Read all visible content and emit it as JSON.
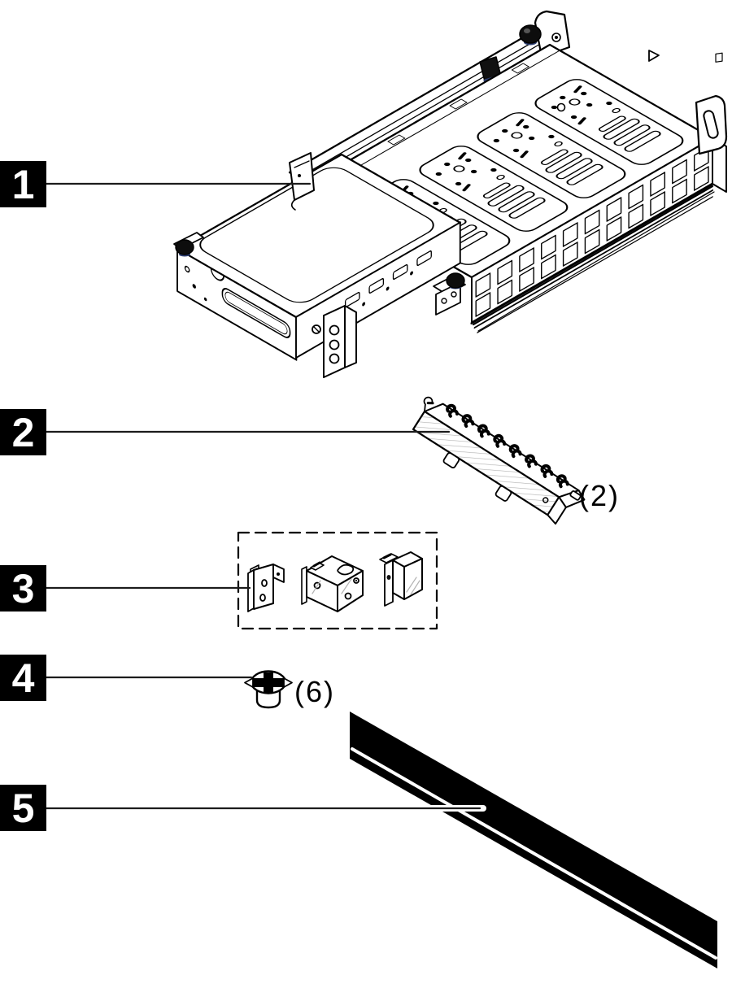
{
  "figure": {
    "type": "parts-identification-diagram",
    "callouts": [
      {
        "number": "1",
        "part": "riser-and-drive-cage-assembly",
        "quantity": ""
      },
      {
        "number": "2",
        "part": "emi-filler-bracket",
        "quantity": "(2)"
      },
      {
        "number": "3",
        "part": "bracket-kit",
        "quantity": ""
      },
      {
        "number": "4",
        "part": "screw",
        "quantity": "(6)"
      },
      {
        "number": "5",
        "part": "gap-filler-strip",
        "quantity": ""
      }
    ],
    "colors": {
      "ink": "#000000",
      "paper": "#ffffff",
      "callout_bg": "#000000",
      "callout_fg": "#ffffff",
      "hatch": "#b3b3b3",
      "accent_blue": "#2e3f72"
    }
  }
}
